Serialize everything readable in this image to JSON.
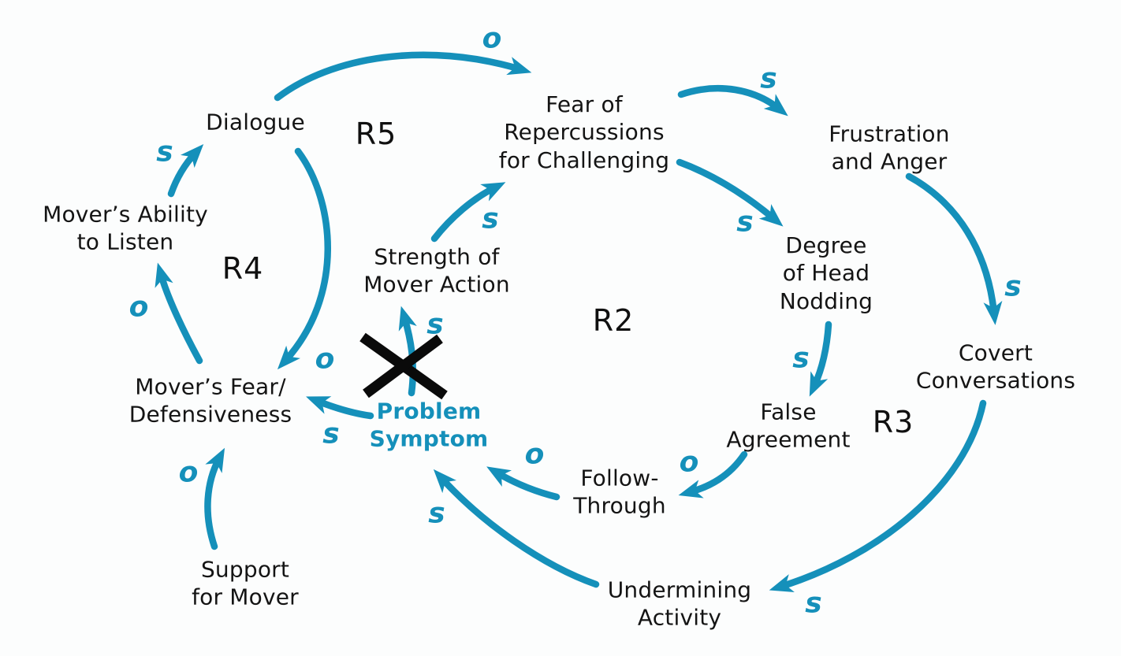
{
  "diagram": {
    "type": "causal-loop-diagram",
    "colors": {
      "arrow": "#1590ba",
      "node_text": "#141414",
      "highlight_node_text": "#1590ba",
      "cross_mark": "#0a0a0a",
      "background": "#fcfdfd"
    },
    "nodes": [
      {
        "id": "dialogue",
        "label": "Dialogue"
      },
      {
        "id": "fear-of-repercussions",
        "label": "Fear of\nRepercussions\nfor Challenging"
      },
      {
        "id": "frustration-and-anger",
        "label": "Frustration\nand Anger"
      },
      {
        "id": "movers-ability-to-listen",
        "label": "Mover’s Ability\nto Listen"
      },
      {
        "id": "strength-of-mover-action",
        "label": "Strength of\nMover Action"
      },
      {
        "id": "degree-of-head-nodding",
        "label": "Degree\nof Head\nNodding"
      },
      {
        "id": "covert-conversations",
        "label": "Covert\nConversations"
      },
      {
        "id": "movers-fear-defensiveness",
        "label": "Mover’s Fear/\nDefensiveness"
      },
      {
        "id": "problem-symptom",
        "label": "Problem\nSymptom"
      },
      {
        "id": "false-agreement",
        "label": "False\nAgreement"
      },
      {
        "id": "follow-through",
        "label": "Follow-\nThrough"
      },
      {
        "id": "support-for-mover",
        "label": "Support\nfor Mover"
      },
      {
        "id": "undermining-activity",
        "label": "Undermining\nActivity"
      }
    ],
    "loop_labels": [
      {
        "id": "R5",
        "label": "R5"
      },
      {
        "id": "R4",
        "label": "R4"
      },
      {
        "id": "R2",
        "label": "R2"
      },
      {
        "id": "R3",
        "label": "R3"
      }
    ],
    "links": [
      {
        "from": "dialogue",
        "to": "fear-of-repercussions",
        "polarity": "o"
      },
      {
        "from": "fear-of-repercussions",
        "to": "frustration-and-anger",
        "polarity": "s"
      },
      {
        "from": "fear-of-repercussions",
        "to": "degree-of-head-nodding",
        "polarity": "s"
      },
      {
        "from": "frustration-and-anger",
        "to": "covert-conversations",
        "polarity": "s"
      },
      {
        "from": "degree-of-head-nodding",
        "to": "false-agreement",
        "polarity": "s"
      },
      {
        "from": "false-agreement",
        "to": "follow-through",
        "polarity": "o"
      },
      {
        "from": "follow-through",
        "to": "problem-symptom",
        "polarity": "o"
      },
      {
        "from": "undermining-activity",
        "to": "problem-symptom",
        "polarity": "s"
      },
      {
        "from": "covert-conversations",
        "to": "undermining-activity",
        "polarity": "s"
      },
      {
        "from": "problem-symptom",
        "to": "movers-fear-defensiveness",
        "polarity": "s"
      },
      {
        "from": "problem-symptom",
        "to": "strength-of-mover-action",
        "polarity": "s",
        "crossed_out": true
      },
      {
        "from": "movers-fear-defensiveness",
        "to": "movers-ability-to-listen",
        "polarity": "o"
      },
      {
        "from": "movers-ability-to-listen",
        "to": "dialogue",
        "polarity": "s"
      },
      {
        "from": "dialogue",
        "to": "movers-fear-defensiveness",
        "polarity": "o"
      },
      {
        "from": "support-for-mover",
        "to": "movers-fear-defensiveness",
        "polarity": "o"
      },
      {
        "from": "strength-of-mover-action",
        "to": "fear-of-repercussions",
        "polarity": "s"
      }
    ]
  }
}
